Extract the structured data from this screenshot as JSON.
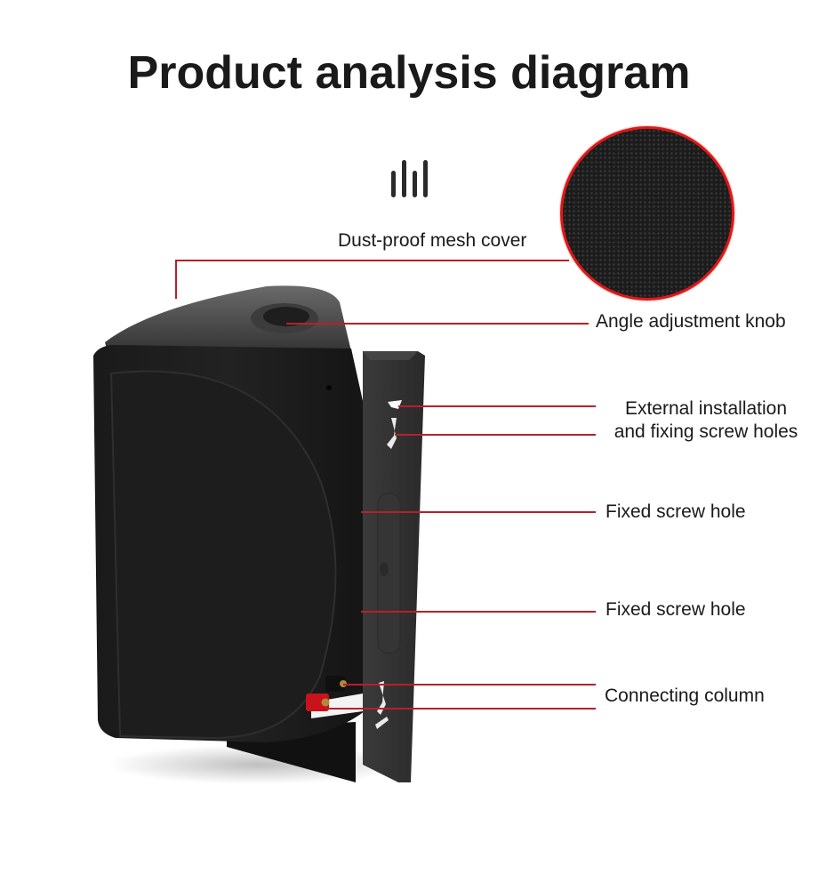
{
  "title": "Product analysis diagram",
  "icons": {
    "sound_bars": "sound-bars-icon"
  },
  "inset": {
    "name": "dust-proof mesh close-up",
    "border_color": "#e01818"
  },
  "accent_color": "#b8202a",
  "callouts": [
    {
      "id": "mesh",
      "label": "Dust-proof mesh cover"
    },
    {
      "id": "knob",
      "label": "Angle adjustment knob"
    },
    {
      "id": "install",
      "label_line1": "External installation",
      "label_line2": "and fixing screw holes"
    },
    {
      "id": "fixed1",
      "label": "Fixed screw hole"
    },
    {
      "id": "fixed2",
      "label": "Fixed screw hole"
    },
    {
      "id": "connect",
      "label": "Connecting column"
    }
  ]
}
